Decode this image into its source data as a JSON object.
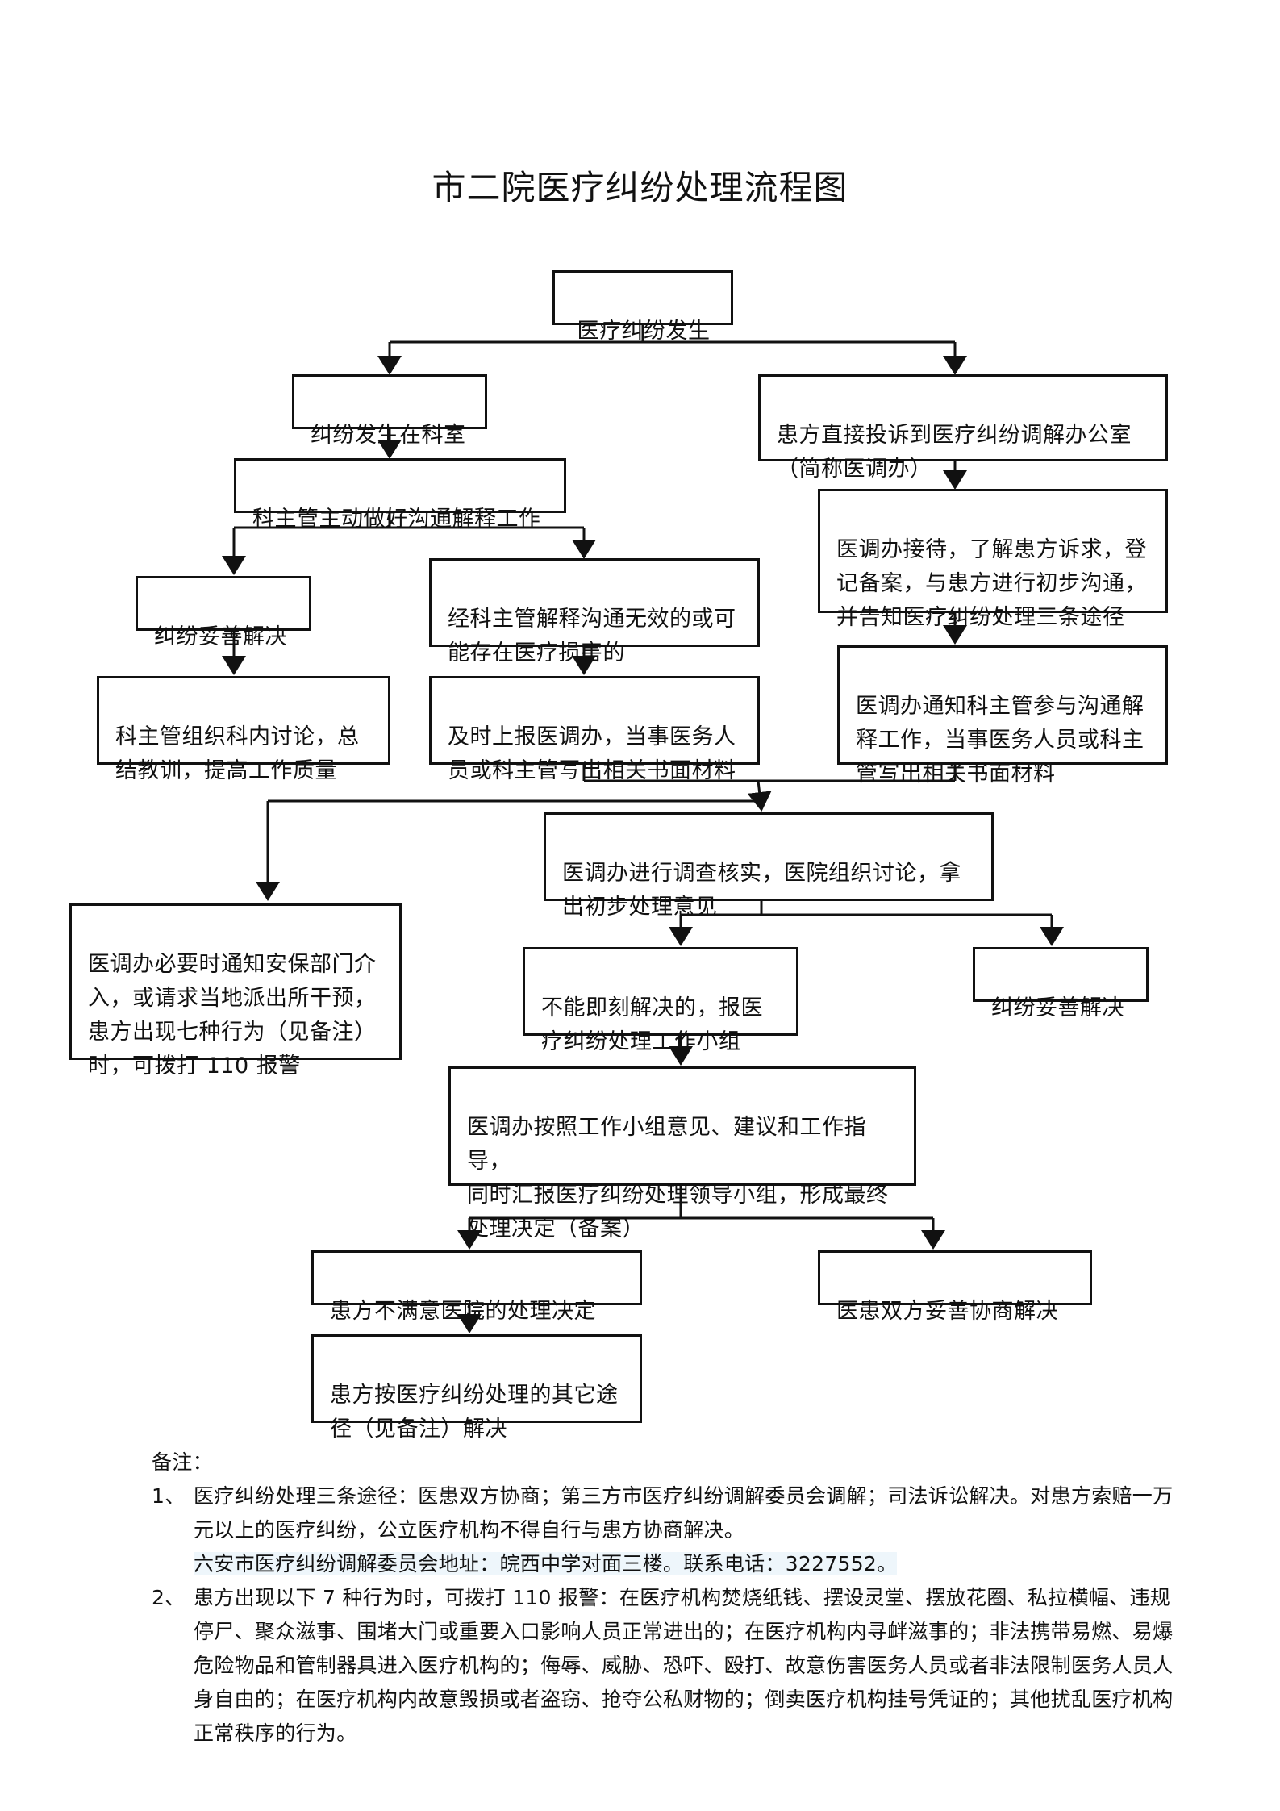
{
  "title": "市二院医疗纠纷处理流程图",
  "nodes": {
    "start": "医疗纠纷发生",
    "dept_occur": "纠纷发生在科室",
    "direct_complaint": "患方直接投诉到医疗纠纷调解办公室\n（简称医调办）",
    "dept_communicate": "科主管主动做好沟通解释工作",
    "resolved_a": "纠纷妥善解决",
    "invalid_comm": "经科主管解释沟通无效的或可\n能存在医疗损害的",
    "office_reception": "医调办接待，了解患方诉求，登\n记备案，与患方进行初步沟通，\n并告知医疗纠纷处理三条途径",
    "dept_discussion": "科主管组织科内讨论，总\n结教训，提高工作质量",
    "report_office": "及时上报医调办，当事医务人\n员或科主管写出相关书面材料",
    "office_notify": "医调办通知科主管参与沟通解\n释工作，当事医务人员或科主\n管写出相关书面材料",
    "investigate": "医调办进行调查核实，医院组织讨论，拿\n出初步处理意见",
    "security": "医调办必要时通知安保部门介\n入，或请求当地派出所干预，\n患方出现七种行为（见备注）\n时，可拨打 110 报警",
    "report_group": "不能即刻解决的，报医\n疗纠纷处理工作小组",
    "resolved_b": "纠纷妥善解决",
    "final_decision": "医调办按照工作小组意见、建议和工作指导，\n同时汇报医疗纠纷处理领导小组，形成最终\n处理决定（备案）",
    "dissatisfied": "患方不满意医院的处理决定",
    "negotiate": "医患双方妥善协商解决",
    "other_ways": "患方按医疗纠纷处理的其它途\n径（见备注）解决"
  },
  "notes": {
    "heading": "备注：",
    "items": [
      {
        "num": "1、",
        "text": "医疗纠纷处理三条途径：医患双方协商；第三方市医疗纠纷调解委员会调解；司法诉讼解决。对患方索赔一万元以上的医疗纠纷，公立医疗机构不得自行与患方协商解决。",
        "contact": "六安市医疗纠纷调解委员会地址：皖西中学对面三楼。联系电话：3227552。"
      },
      {
        "num": "2、",
        "text": "患方出现以下 7 种行为时，可拨打 110 报警：在医疗机构焚烧纸钱、摆设灵堂、摆放花圈、私拉横幅、违规停尸、聚众滋事、围堵大门或重要入口影响人员正常进出的；在医疗机构内寻衅滋事的；非法携带易燃、易爆危险物品和管制器具进入医疗机构的；侮辱、威胁、恐吓、殴打、故意伤害医务人员或者非法限制医务人员人身自由的；在医疗机构内故意毁损或者盗窃、抢夺公私财物的；倒卖医疗机构挂号凭证的；其他扰乱医疗机构正常秩序的行为。"
      }
    ]
  }
}
